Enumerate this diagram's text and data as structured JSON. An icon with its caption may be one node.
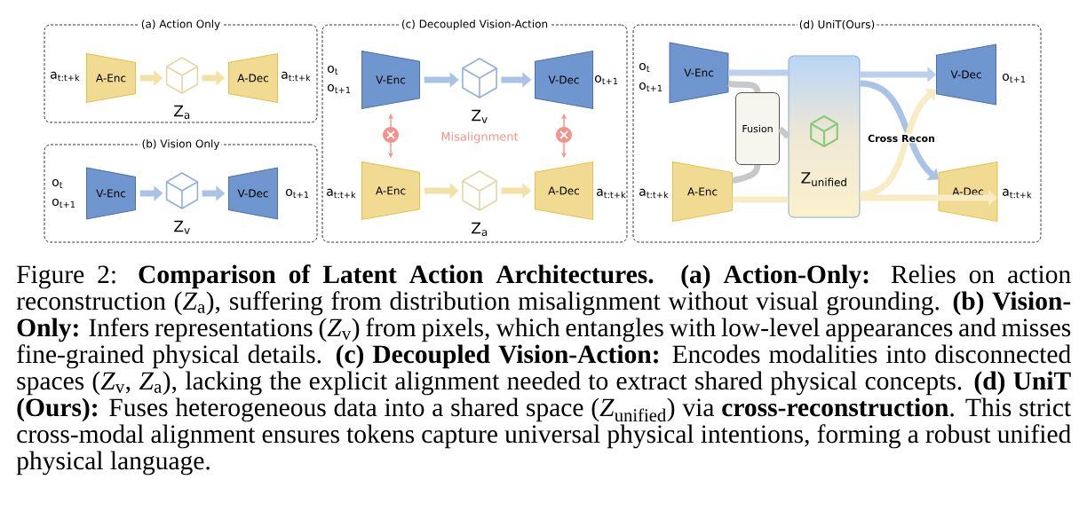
{
  "diagram": {
    "nodes": [
      {
        "text": [
          "(a) Action Only"
        ]
      },
      {
        "text": [
          "A-Enc"
        ],
        "in": 0,
        "beside": [
          "a$_{t:t+k}$"
        ]
      },
      {
        "text": [
          "Z$_{a}$"
        ],
        "in": 0
      },
      {
        "text": [
          "A-Dec"
        ],
        "in": 0,
        "beside": [
          "a$_{t:t+k}$"
        ]
      },
      {
        "text": [
          "(b) Vision Only"
        ]
      },
      {
        "text": [
          "V-Enc"
        ],
        "in": 4,
        "beside": [
          "o$_{t}$",
          "o$_{t+1}$"
        ]
      },
      {
        "text": [
          "Z$_{v}$"
        ],
        "in": 4
      },
      {
        "text": [
          "V-Dec"
        ],
        "in": 4,
        "beside": [
          "o$_{t+1}$"
        ]
      },
      {
        "text": [
          "(c) Decoupled Vision-Action"
        ]
      },
      {
        "text": [
          "V-Enc"
        ],
        "in": 8,
        "beside": [
          "o$_{t}$",
          "o$_{t+1}$"
        ]
      },
      {
        "text": [
          "Z$_{v}$"
        ],
        "in": 8
      },
      {
        "text": [
          "V-Dec"
        ],
        "in": 8,
        "beside": [
          "o$_{t+1}$"
        ]
      },
      {
        "text": [
          "A-Enc"
        ],
        "in": 8,
        "beside": [
          "a$_{t:t+k}$"
        ]
      },
      {
        "text": [
          "Z$_{a}$"
        ],
        "in": 8
      },
      {
        "text": [
          "A-Dec"
        ],
        "in": 8,
        "beside": [
          "a$_{t:t+k}$"
        ]
      },
      {
        "text": [
          "(d) UniT(Ours)"
        ]
      },
      {
        "text": [
          "V-Enc"
        ],
        "in": 15,
        "beside": [
          "o$_{t}$",
          "o$_{t+1}$"
        ]
      },
      {
        "text": [
          "A-Enc"
        ],
        "in": 15,
        "beside": [
          "a$_{t:t+k}$"
        ]
      },
      {
        "text": [
          "Fusion"
        ],
        "in": 15
      },
      {
        "text": [
          "Z$_{unified}$"
        ],
        "in": 15
      },
      {
        "text": [
          "V-Dec"
        ],
        "in": 15,
        "beside": [
          "o$_{t+1}$"
        ]
      },
      {
        "text": [
          "A-Dec"
        ],
        "in": 15,
        "beside": [
          "a$_{t:t+k}$"
        ]
      }
    ],
    "edges": [
      {
        "from": 1,
        "to": 2,
        "arrow": "to",
        "color": "#f3e2a6"
      },
      {
        "from": 2,
        "to": 3,
        "arrow": "to",
        "color": "#f3e2a6"
      },
      {
        "from": 5,
        "to": 6,
        "arrow": "to",
        "color": "#a9c3e6"
      },
      {
        "from": 6,
        "to": 7,
        "arrow": "to",
        "color": "#a9c3e6"
      },
      {
        "from": 9,
        "to": 10,
        "arrow": "to",
        "color": "#a9c3e6"
      },
      {
        "from": 10,
        "to": 11,
        "arrow": "to",
        "color": "#a9c3e6"
      },
      {
        "from": 12,
        "to": 13,
        "arrow": "to",
        "color": "#f3e2a6"
      },
      {
        "from": 13,
        "to": 14,
        "arrow": "to",
        "color": "#f3e2a6"
      },
      {
        "from": 9,
        "to": 12,
        "arrow": "both",
        "color": "#f4938c"
      },
      {
        "from": 11,
        "to": 14,
        "arrow": "both",
        "color": "#f4938c"
      },
      {
        "from": 16,
        "to": 18,
        "arrow": "none",
        "color": "#c8c8c8"
      },
      {
        "from": 17,
        "to": 18,
        "arrow": "none",
        "color": "#c8c8c8"
      },
      {
        "from": 18,
        "to": 19,
        "arrow": "none",
        "color": "#c8c8c8"
      },
      {
        "from": 16,
        "to": 19,
        "arrow": "none",
        "color": "#bcd0ec"
      },
      {
        "from": 19,
        "to": 20,
        "arrow": "to",
        "color": "#bcd0ec"
      },
      {
        "from": 19,
        "to": 21,
        "arrow": "to",
        "color": "#a9c3e6"
      },
      {
        "from": 17,
        "to": 19,
        "arrow": "none",
        "color": "#f7ecc4"
      },
      {
        "from": 19,
        "to": 21,
        "arrow": "to",
        "color": "#f7ecc4"
      },
      {
        "from": 19,
        "to": 20,
        "arrow": "to",
        "color": "#f7ecc4"
      }
    ],
    "labels": [
      "Misalignment",
      "Cross Recon"
    ],
    "caption": "Figure 2: **Comparison of Latent Action Architectures.** **(a) Action-Only:** Relies on action reconstruction (*Z*$_{a}$), suffering from distribution misalignment without visual grounding. **(b) Vision-Only:** Infers representations (*Z*$_{v}$) from pixels, which entangles with low-level appearances and misses fine-grained physical details. **(c) Decoupled Vision-Action:** Encodes modalities into disconnected spaces (*Z*$_{v}$, *Z*$_{a}$), lacking the explicit alignment needed to extract shared physical concepts. **(d) UniT (Ours):** Fuses heterogeneous data into a shared space (*Z*$_{unified}$) via **cross-reconstruction**. This strict cross-modal alignment ensures tokens capture universal physical intentions, forming a robust unified physical language."
  }
}
